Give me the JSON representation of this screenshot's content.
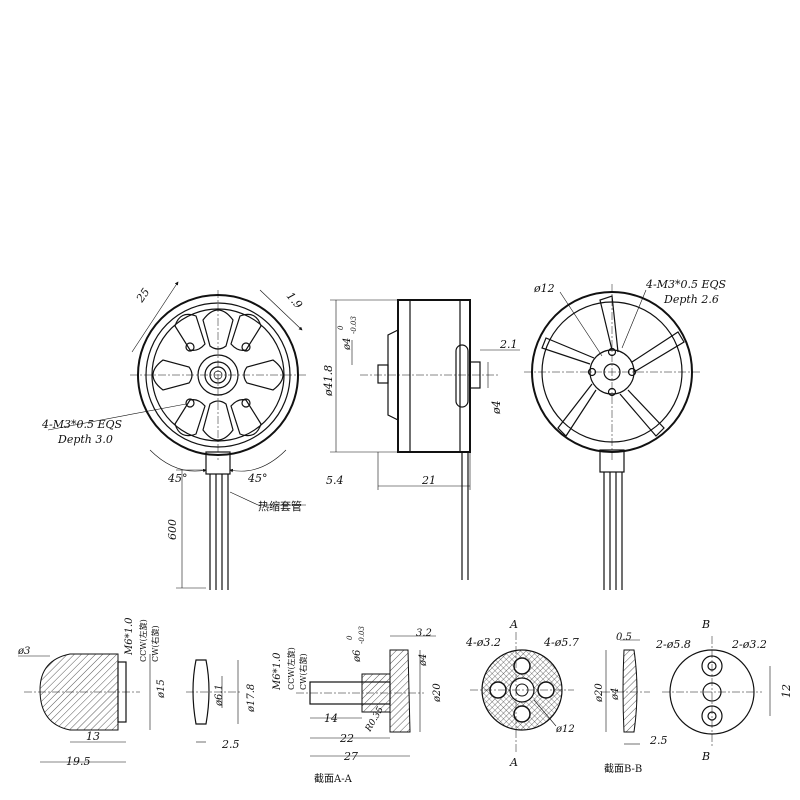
{
  "labels": {
    "front_top_left_dim": "25",
    "front_top_right_dim": "1.9",
    "front_thread": "4-M3*0.5 EQS",
    "front_depth": "Depth 3.0",
    "angle_left": "45°",
    "angle_right": "45°",
    "wire_length": "600",
    "heat_shrink": "热缩套管",
    "side_shaft_dia": "ø4",
    "side_shaft_tol": "0",
    "side_shaft_tol2": "-0.03",
    "side_outer_dia": "ø41.8",
    "side_dim_21_1": "2.1",
    "side_dia_4": "ø4",
    "side_dim_54": "5.4",
    "side_dim_21": "21",
    "rear_center_dia": "ø12",
    "rear_thread": "4-M3*0.5 EQS",
    "rear_depth": "Depth 2.6",
    "nut_dia3": "ø3",
    "nut_thread": "M6*1.0",
    "nut_ccw": "CCW(左旋)",
    "nut_cw": "CW(右旋)",
    "nut_dia15": "ø15",
    "nut_len13": "13",
    "nut_len195": "19.5",
    "washer_dia61": "ø6.1",
    "washer_dia178": "ø17.8",
    "washer_thk": "2.5",
    "adapter_thread": "M6*1.0",
    "adapter_ccw": "CCW(左旋)",
    "adapter_cw": "CW(右旋)",
    "adapter_dia6": "ø6",
    "adapter_dia6_tol": "0",
    "adapter_dia6_tol2": "-0.03",
    "adapter_dim32": "3.2",
    "adapter_dia4": "ø4",
    "adapter_dia20": "ø20",
    "adapter_len14": "14",
    "adapter_len22": "22",
    "adapter_r": "R0.35",
    "adapter_len27": "27",
    "section_aa": "截面A-A",
    "plate_a_holes1": "4-ø3.2",
    "plate_a_holes2": "4-ø5.7",
    "plate_a_dia12": "ø12",
    "plate_a_letter": "A",
    "plate_side_dim05": "0.5",
    "plate_side_dia20": "ø20",
    "plate_side_dia4": "ø4",
    "plate_side_thk": "2.5",
    "section_bb": "截面B-B",
    "plate_b_holes1": "2-ø5.8",
    "plate_b_holes2": "2-ø3.2",
    "plate_b_dim12": "12",
    "plate_b_letter": "B"
  }
}
